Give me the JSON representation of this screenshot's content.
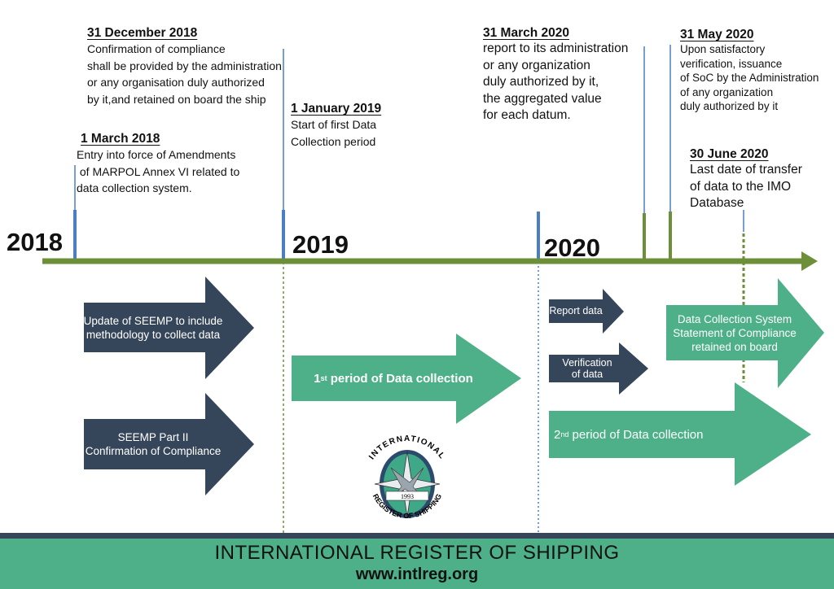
{
  "colors": {
    "timeline": "#6e8f3a",
    "marker": "#4a7fc5",
    "dark_arrow": "#36465a",
    "green_arrow": "#4db088"
  },
  "years": [
    "2018",
    "2019",
    "2020"
  ],
  "events": [
    {
      "date": "1 March 2018",
      "text": "Entry into force of Amendments\n of MARPOL Annex VI related to\ndata collection system."
    },
    {
      "date": "31 December 2018",
      "text": "Confirmation of compliance\nshall be provided by the administration\nor any organisation duly authorized\nby it,and retained on board the ship"
    },
    {
      "date": "1 January 2019",
      "text": "Start of first Data\nCollection period"
    },
    {
      "date": "31 March 2020",
      "text": "report to its administration\nor any organization\nduly authorized by it,\nthe aggregated value\nfor each datum."
    },
    {
      "date": "31 May 2020",
      "text": "Upon satisfactory\nverification, issuance\nof SoC by the Administration\nof any organization\nduly authorized by it"
    },
    {
      "date": "30 June 2020",
      "text": "Last date of transfer\nof data to the IMO\nDatabase"
    }
  ],
  "arrows": {
    "seemp_update": "Update of SEEMP to include\nmethodology to collect data",
    "seemp_part2": "SEEMP Part II\nConfirmation of Compliance",
    "period1_num": "1",
    "period1_sup": "st",
    "period1_rest": " period of Data collection",
    "report": "Report data",
    "verification": "Verification\nof data",
    "dcs_soc": "Data Collection System\nStatement of Compliance\nretained on board",
    "period2_num": "2",
    "period2_sup": "nd",
    "period2_rest": " period of Data collection"
  },
  "logo": {
    "top": "INTERNATIONAL",
    "bottom": "REGISTER OF SHIPPING",
    "year": "1993"
  },
  "footer": {
    "title": "INTERNATIONAL REGISTER OF SHIPPING",
    "url": "www.intlreg.org"
  }
}
